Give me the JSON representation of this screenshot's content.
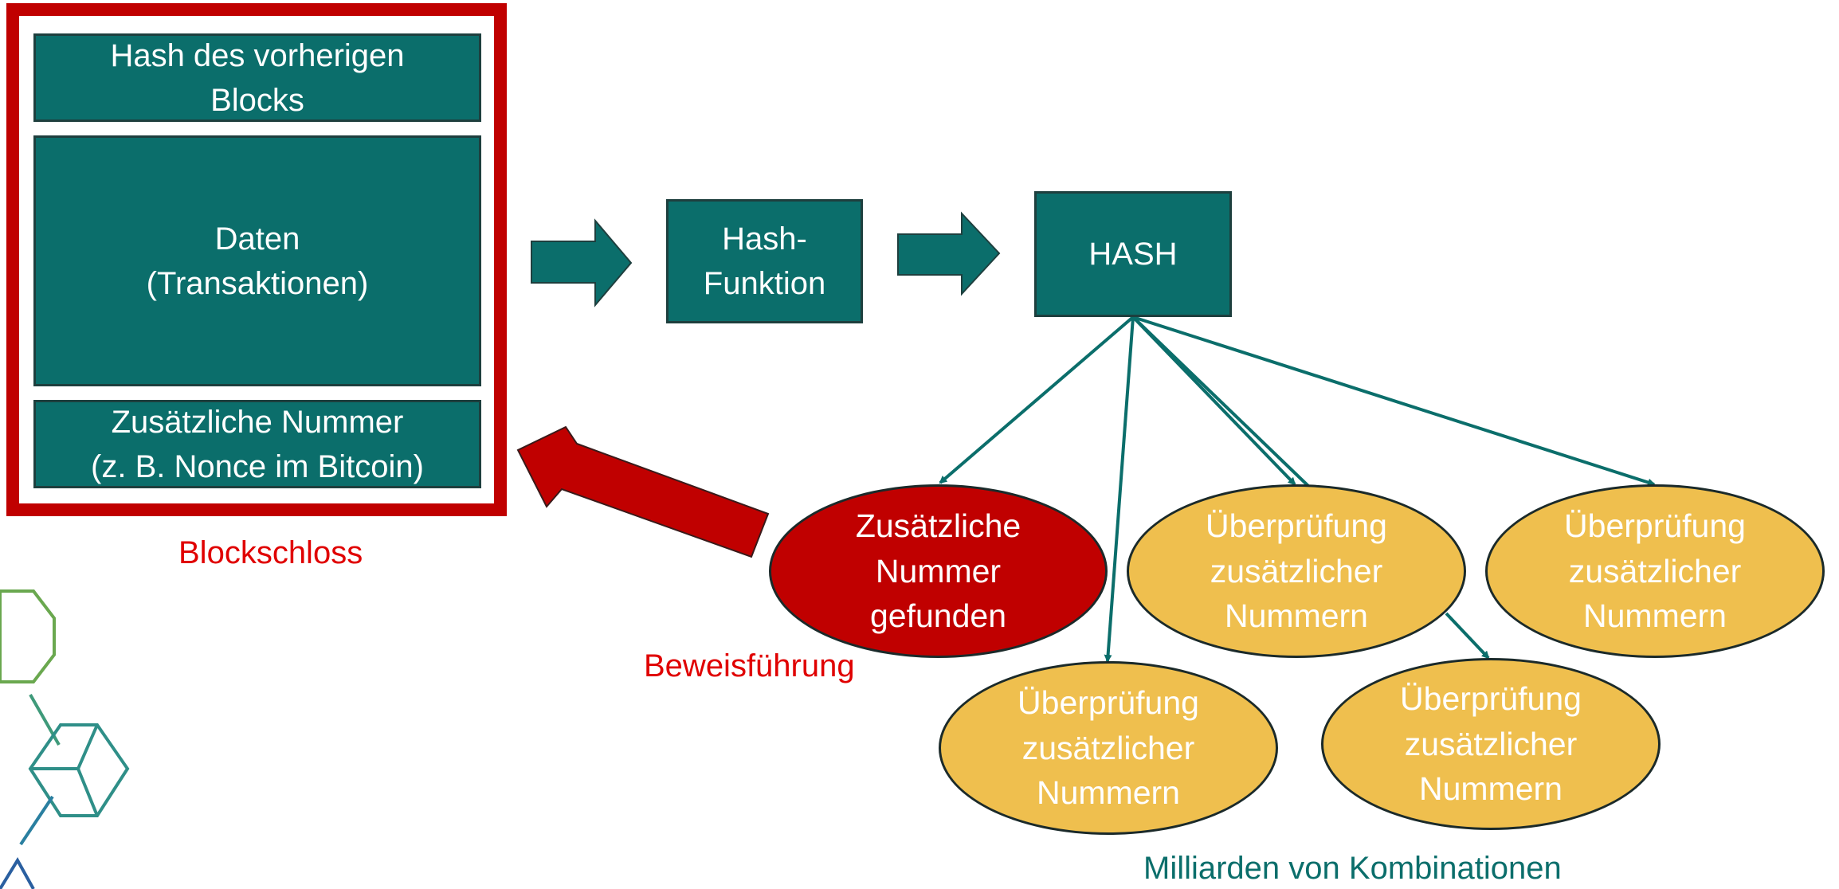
{
  "block": {
    "prev_hash": "Hash des vorherigen\nBlocks",
    "data": "Daten\n(Transaktionen)",
    "nonce": "Zusätzliche Nummer\n(z. B. Nonce im Bitcoin)",
    "caption": "Blockschloss"
  },
  "hash_function": "Hash-\nFunktion",
  "hash": "HASH",
  "found_nonce": "Zusätzliche\nNummer\ngefunden",
  "checks": {
    "c1": "Überprüfung\nzusätzlicher\nNummern",
    "c2": "Überprüfung\nzusätzlicher\nNummern",
    "c3": "Überprüfung\nzusätzlicher\nNummern",
    "c4": "Überprüfung\nzusätzlicher\nNummern"
  },
  "proof_label": "Beweisführung",
  "combinations_label": "Milliarden von Kombinationen",
  "colors": {
    "teal": "#0b6e6b",
    "red": "#c00000",
    "yellow": "#efbf4e",
    "caption_teal": "#0b6e6b"
  }
}
